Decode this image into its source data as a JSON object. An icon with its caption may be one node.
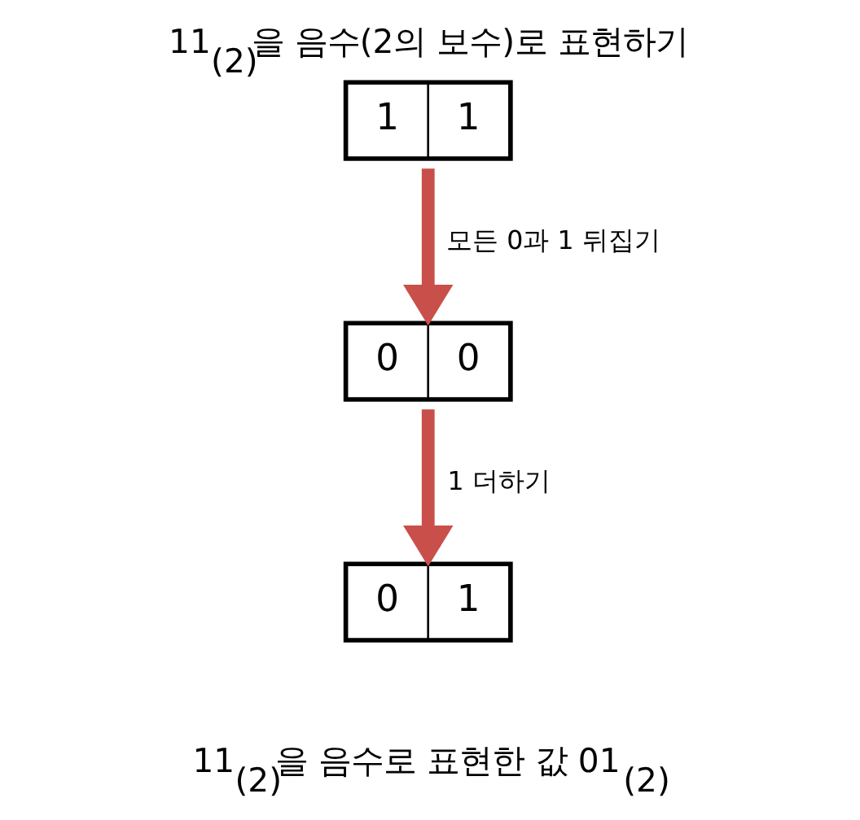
{
  "diagram": {
    "title": "11$_{(2)}$을 음수(2의 보수)로 표현하기",
    "caption": "11$_{(2)}$을 음수로 표현한 값 01$_{(2)}$",
    "nodes": [
      {
        "text": [
          "1",
          "1"
        ]
      },
      {
        "text": [
          "0",
          "0"
        ]
      },
      {
        "text": [
          "0",
          "1"
        ]
      }
    ],
    "edges": [
      {
        "from": 0,
        "to": 1,
        "arrow": "to",
        "label": "모든 0과 1 뒤집기",
        "color": "#c9504a"
      },
      {
        "from": 1,
        "to": 2,
        "arrow": "to",
        "label": "1 더하기",
        "color": "#c9504a"
      }
    ]
  }
}
